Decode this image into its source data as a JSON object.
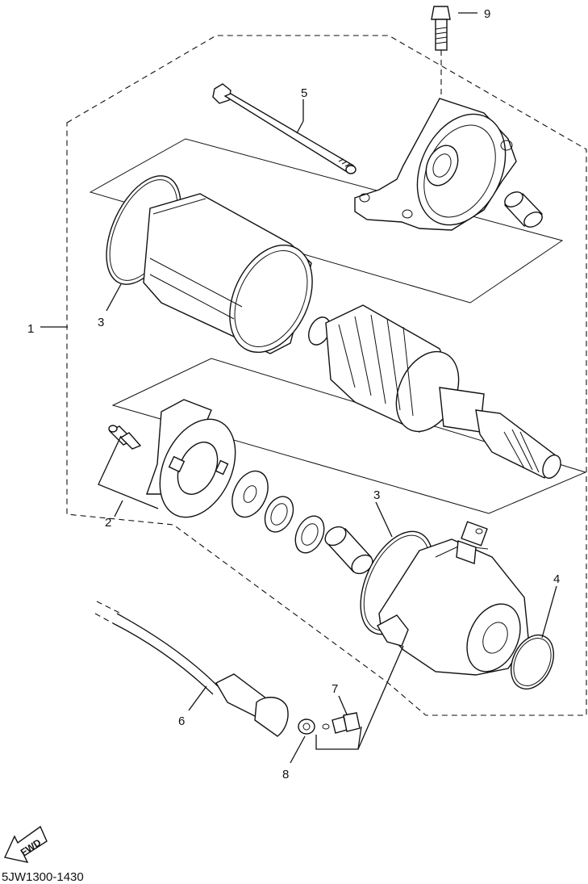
{
  "callouts": {
    "c1": "1",
    "c2": "2",
    "c3a": "3",
    "c3b": "3",
    "c4": "4",
    "c5": "5",
    "c6": "6",
    "c7": "7",
    "c8": "8",
    "c9": "9"
  },
  "fwd_label": "FWD",
  "diagram_code": "5JW1300-1430"
}
